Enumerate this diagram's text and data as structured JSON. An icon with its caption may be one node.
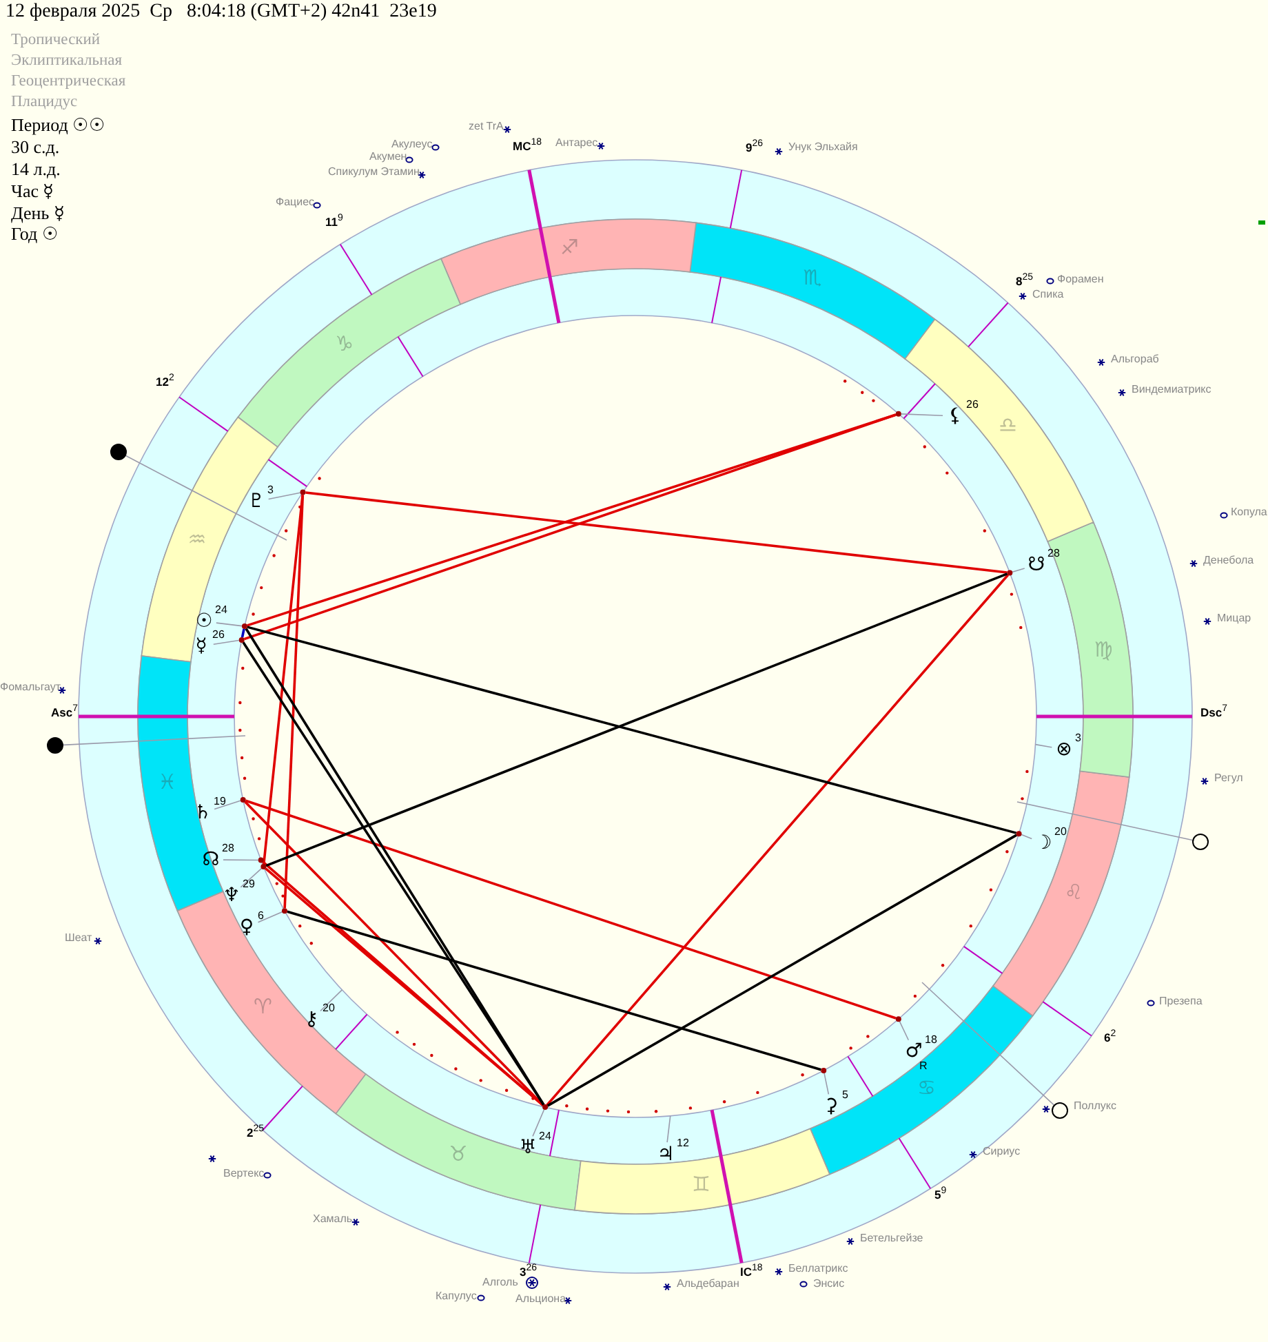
{
  "diagram": {
    "title": "12 февраля 2025  Ср   8:04:18 (GMT+2) 42n41  23e19",
    "nodes": [
      {
        "text": [
          "☉"
        ],
        "beside": [
          "24"
        ]
      },
      {
        "text": [
          "☿"
        ],
        "beside": [
          "26"
        ]
      },
      {
        "text": [
          "♇"
        ],
        "beside": [
          "3"
        ]
      },
      {
        "text": [
          "⚸"
        ],
        "beside": [
          "26"
        ]
      },
      {
        "text": [
          "☋"
        ],
        "beside": [
          "28"
        ]
      },
      {
        "text": [
          "⊗"
        ],
        "beside": [
          "3"
        ]
      },
      {
        "text": [
          "☽"
        ],
        "beside": [
          "20"
        ]
      },
      {
        "text": [
          "♂"
        ],
        "beside": [
          "18",
          "R"
        ]
      },
      {
        "text": [
          "⚳"
        ],
        "beside": [
          "5"
        ]
      },
      {
        "text": [
          "♃"
        ],
        "beside": [
          "12"
        ]
      },
      {
        "text": [
          "♅"
        ],
        "beside": [
          "24"
        ]
      },
      {
        "text": [
          "⚷"
        ],
        "beside": [
          "20"
        ]
      },
      {
        "text": [
          "♀"
        ],
        "beside": [
          "6"
        ]
      },
      {
        "text": [
          "♆"
        ],
        "beside": [
          "29"
        ]
      },
      {
        "text": [
          "☊"
        ],
        "beside": [
          "28"
        ]
      },
      {
        "text": [
          "♄"
        ],
        "beside": [
          "19"
        ]
      },
      {
        "text": [],
        "shape": "dot"
      },
      {
        "text": [],
        "shape": "dot"
      },
      {
        "text": [],
        "shape": "dot"
      },
      {
        "text": [],
        "shape": "dot"
      },
      {
        "text": [],
        "shape": "dot"
      },
      {
        "text": [],
        "shape": "dot"
      },
      {
        "text": [],
        "shape": "dot"
      },
      {
        "text": [],
        "shape": "dot"
      },
      {
        "text": [],
        "shape": "dot"
      },
      {
        "text": [],
        "shape": "dot"
      },
      {
        "text": [],
        "shape": "dot"
      },
      {
        "text": [],
        "shape": "dot"
      },
      {
        "text": [],
        "shape": "dot"
      },
      {
        "text": [],
        "shape": "circle"
      },
      {
        "text": [],
        "shape": "circle"
      },
      {
        "text": [],
        "shape": "circle"
      },
      {
        "text": [],
        "shape": "circle"
      }
    ],
    "edges": [
      {
        "from": 18,
        "to": 20,
        "arrow": "none",
        "color": "#e00000"
      },
      {
        "from": 16,
        "to": 19,
        "arrow": "none",
        "color": "#e00000"
      },
      {
        "from": 17,
        "to": 19,
        "arrow": "none",
        "color": "#e00000"
      },
      {
        "from": 18,
        "to": 26,
        "arrow": "none",
        "color": "#e00000"
      },
      {
        "from": 18,
        "to": 25,
        "arrow": "none",
        "color": "#e00000"
      },
      {
        "from": 28,
        "to": 22,
        "arrow": "none",
        "color": "#e00000"
      },
      {
        "from": 28,
        "to": 24,
        "arrow": "none",
        "color": "#e00000"
      },
      {
        "from": 26,
        "to": 24,
        "arrow": "none",
        "color": "#e00000"
      },
      {
        "from": 27,
        "to": 24,
        "arrow": "none",
        "color": "#e00000"
      },
      {
        "from": 24,
        "to": 20,
        "arrow": "none",
        "color": "#e00000"
      },
      {
        "from": 16,
        "to": 21,
        "arrow": "none",
        "color": "#000000"
      },
      {
        "from": 16,
        "to": 24,
        "arrow": "none",
        "color": "#000000"
      },
      {
        "from": 17,
        "to": 24,
        "arrow": "none",
        "color": "#000000"
      },
      {
        "from": 25,
        "to": 23,
        "arrow": "none",
        "color": "#000000"
      },
      {
        "from": 24,
        "to": 21,
        "arrow": "none",
        "color": "#000000"
      },
      {
        "from": 26,
        "to": 20,
        "arrow": "none",
        "color": "#000000"
      },
      {
        "from": 16,
        "to": 17,
        "arrow": "none",
        "color": "#0000c0"
      },
      {
        "from": 0,
        "to": 16,
        "arrow": "none"
      },
      {
        "from": 1,
        "to": 17,
        "arrow": "none"
      },
      {
        "from": 2,
        "to": 18,
        "arrow": "none"
      },
      {
        "from": 3,
        "to": 19,
        "arrow": "none"
      },
      {
        "from": 4,
        "to": 20,
        "arrow": "none"
      },
      {
        "from": 5,
        "to": null,
        "arrow": "none"
      },
      {
        "from": 6,
        "to": 21,
        "arrow": "none"
      },
      {
        "from": 7,
        "to": 22,
        "arrow": "none"
      },
      {
        "from": 8,
        "to": 23,
        "arrow": "none"
      },
      {
        "from": 9,
        "to": null,
        "arrow": "none"
      },
      {
        "from": 10,
        "to": 24,
        "arrow": "none"
      },
      {
        "from": 11,
        "to": null,
        "arrow": "none"
      },
      {
        "from": 12,
        "to": 25,
        "arrow": "none"
      },
      {
        "from": 13,
        "to": 26,
        "arrow": "none"
      },
      {
        "from": 14,
        "to": 27,
        "arrow": "none"
      },
      {
        "from": 15,
        "to": 28,
        "arrow": "none"
      },
      {
        "from": 29,
        "to": null,
        "arrow": "none"
      },
      {
        "from": 30,
        "to": null,
        "arrow": "none"
      },
      {
        "from": 31,
        "to": null,
        "arrow": "none"
      },
      {
        "from": 32,
        "to": null,
        "arrow": "none"
      }
    ],
    "labels": [
      "Тропический",
      "Эклиптикальная",
      "Геоцентрическая",
      "Плацидус",
      "Период ☉☉",
      "30 с.д.",
      "14 л.д.",
      "Час ☿",
      "День ☿",
      "Год ☉",
      "MC$^{18}$",
      "11$^{9}$",
      "12$^{2}$",
      "Asc$^{7}$",
      "2$^{25}$",
      "3$^{26}$",
      "IC$^{18}$",
      "5$^{9}$",
      "6$^{2}$",
      "Dsc$^{7}$",
      "8$^{25}$",
      "9$^{26}$",
      "♐",
      "♏",
      "♎",
      "♍",
      "♌",
      "♋",
      "♊",
      "♉",
      "♈",
      "♓",
      "♒",
      "♑",
      "zet TrA",
      "Акулеус",
      "Антарес",
      "Акумен",
      "Спикулум Этамин",
      "Фациес",
      "Унук Эльхайя",
      "Форамен",
      "Спика",
      "Альгораб",
      "Виндемиатрикс",
      "Копула",
      "Денебола",
      "Мицар",
      "Регул",
      "Презепа",
      "Поллукс",
      "Сириус",
      "Бетельгейзе",
      "Беллатрикс",
      "Энсис",
      "Альдебаран",
      "Алголь",
      "Капулус",
      "Альциона",
      "Хамаль",
      "Вертекс",
      "Шеат",
      "Фомальгаут"
    ]
  }
}
